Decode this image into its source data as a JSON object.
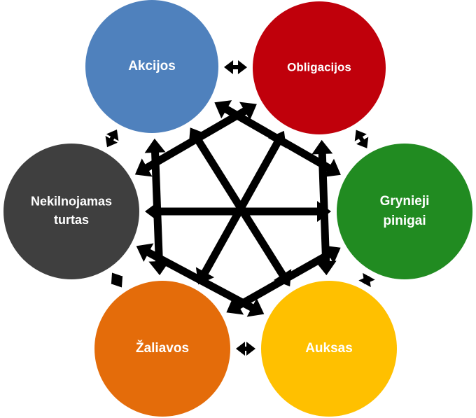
{
  "nodes": [
    {
      "id": "akcijos",
      "label_lines": [
        "Akcijos"
      ],
      "color": "#4f81bd",
      "text_color": "#ffffff"
    },
    {
      "id": "obligacijos",
      "label_lines": [
        "Obligacijos"
      ],
      "color": "#c0000b",
      "text_color": "#ffffff"
    },
    {
      "id": "grynieji-pinigai",
      "label_lines": [
        "Grynieji",
        "pinigai"
      ],
      "color": "#218b21",
      "text_color": "#ffffff"
    },
    {
      "id": "auksas",
      "label_lines": [
        "Auksas"
      ],
      "color": "#ffc000",
      "text_color": "#111111"
    },
    {
      "id": "zaliavos",
      "label_lines": [
        "Žaliavos"
      ],
      "color": "#e46c0a",
      "text_color": "#ffffff"
    },
    {
      "id": "nekilnojamas-turtas",
      "label_lines": [
        "Nekilnojamas",
        "turtas"
      ],
      "color": "#3f3f3f",
      "text_color": "#ffffff"
    }
  ],
  "links": [
    [
      "akcijos",
      "obligacijos"
    ],
    [
      "obligacijos",
      "grynieji-pinigai"
    ],
    [
      "grynieji-pinigai",
      "auksas"
    ],
    [
      "auksas",
      "zaliavos"
    ],
    [
      "zaliavos",
      "nekilnojamas-turtas"
    ],
    [
      "nekilnojamas-turtas",
      "akcijos"
    ],
    [
      "akcijos",
      "grynieji-pinigai"
    ],
    [
      "akcijos",
      "auksas"
    ],
    [
      "akcijos",
      "zaliavos"
    ],
    [
      "obligacijos",
      "auksas"
    ],
    [
      "obligacijos",
      "zaliavos"
    ],
    [
      "obligacijos",
      "nekilnojamas-turtas"
    ],
    [
      "grynieji-pinigai",
      "zaliavos"
    ],
    [
      "grynieji-pinigai",
      "nekilnojamas-turtas"
    ],
    [
      "auksas",
      "nekilnojamas-turtas"
    ]
  ],
  "arrow_color": "#000000"
}
